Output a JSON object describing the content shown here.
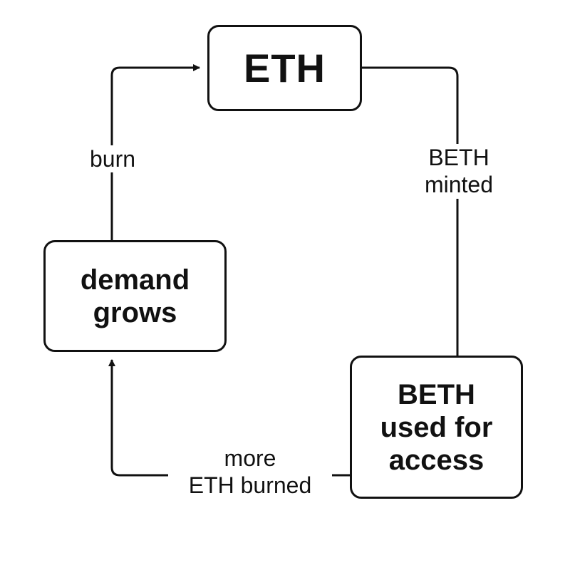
{
  "nodes": {
    "eth": {
      "label": "ETH"
    },
    "demand": {
      "line1": "demand",
      "line2": "grows"
    },
    "beth": {
      "line1": "BETH",
      "line2": "used for",
      "line3": "access"
    }
  },
  "edges": {
    "burn": {
      "label": "burn"
    },
    "minted": {
      "line1": "BETH",
      "line2": "minted"
    },
    "burned": {
      "line1": "more",
      "line2": "ETH burned"
    }
  },
  "colors": {
    "stroke": "#111111",
    "background": "#ffffff"
  }
}
